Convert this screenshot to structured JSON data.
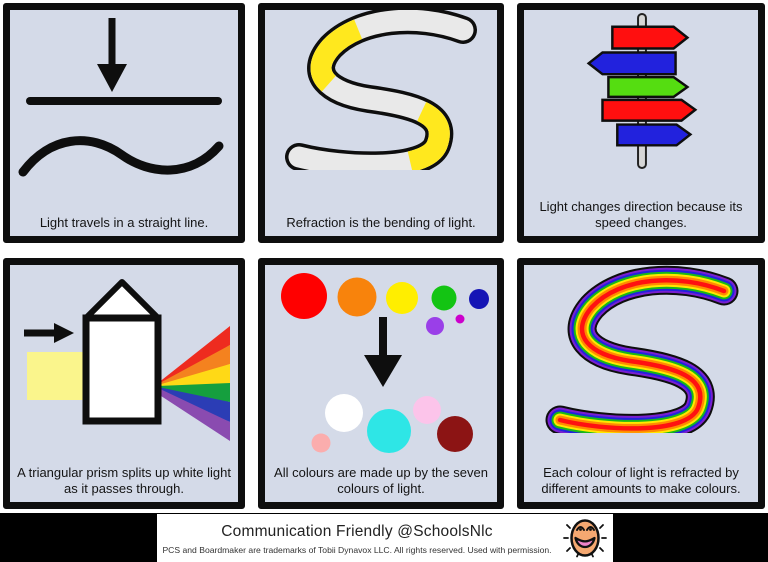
{
  "panels": [
    {
      "id": "straight-line",
      "icon": "down-arrow-and-lines-icon",
      "caption": "Light travels in a straight line."
    },
    {
      "id": "refraction-bending",
      "icon": "s-bend-tube-icon",
      "caption": "Refraction is the bending of light."
    },
    {
      "id": "direction-change",
      "icon": "signpost-icon",
      "caption": "Light changes direction because its speed changes."
    },
    {
      "id": "prism-split",
      "icon": "prism-rainbow-icon",
      "caption": "A triangular prism splits up white light as it passes through."
    },
    {
      "id": "seven-colours",
      "icon": "colour-dots-arrow-icon",
      "caption": "All colours are made up by the seven colours of light."
    },
    {
      "id": "refraction-amounts",
      "icon": "rainbow-s-icon",
      "caption": "Each colour of light is refracted by different amounts to make colours."
    }
  ],
  "footer": {
    "title": "Communication Friendly @SchoolsNlc",
    "disclaimer": "PCS and Boardmaker are trademarks of Tobii Dynavox LLC.  All rights reserved.  Used with permission.",
    "logo_icon": "smiley-face-icon"
  },
  "colors": {
    "panel_bg": "#d4dae8",
    "panel_border": "#0e0e0e",
    "ink": "#0e0e0e",
    "tube_gray": "#e9e9e9",
    "yellow": "#ffe81e",
    "pale_yellow": "#faf58c",
    "pole_gray": "#d6d6d6",
    "white": "#ffffff",
    "signs": [
      "#ff0f0f",
      "#2222dd",
      "#55dd11",
      "#ff0f0f",
      "#2222dd"
    ],
    "prism_fan": [
      "#ee2b1f",
      "#f4821f",
      "#ffd916",
      "#159f3e",
      "#2b3db5",
      "#8a4bb0"
    ],
    "rainbow_s": [
      "#7a1fd0",
      "#2222dd",
      "#18b818",
      "#ffe800",
      "#ff8c00",
      "#ff1111"
    ],
    "rainbow_dot": "#f08822",
    "dots": [
      "#ff0000",
      "#f8830c",
      "#ffee00",
      "#13c413",
      "#1515b5",
      "#9a3fe8",
      "#cc00cc",
      "#ffffff",
      "#2ee6e6",
      "#fcc4ea",
      "#8c1414",
      "#fbadad"
    ],
    "face_skin": "#f5a871",
    "mouth_pink": "#ee82c8"
  }
}
